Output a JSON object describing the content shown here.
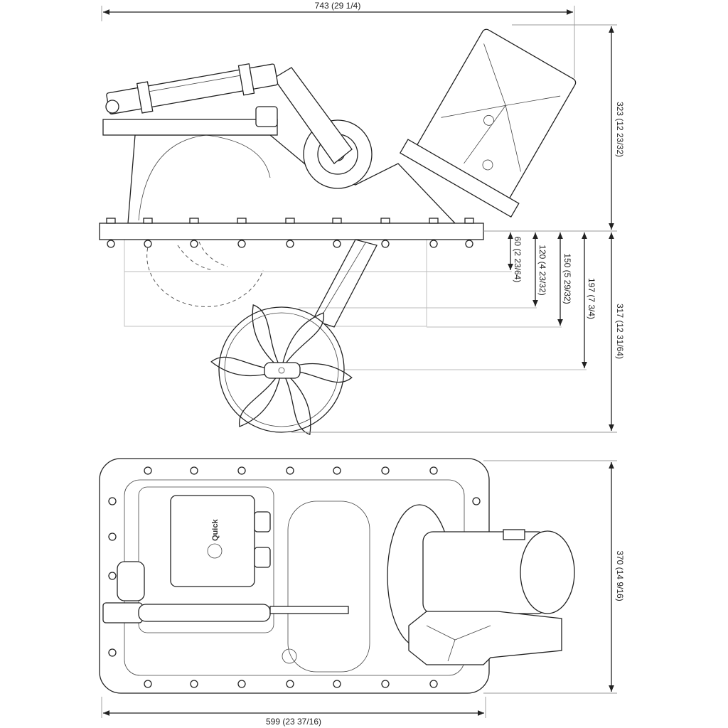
{
  "title": "Retractable bow thruster dimensional drawing",
  "dimensions": {
    "overall_length": "743 (29 1/4)",
    "height_above_flange": "323 (12 23/32)",
    "depth_below_flange": "317 (12 31/64)",
    "depth_60": "60 (2 23/64)",
    "depth_120": "120 (4 23/32)",
    "depth_150": "150 (5 29/32)",
    "depth_197": "197 (7 3/4)",
    "plate_width": "370 (14 9/16)",
    "plate_length": "599 (23 37/16)"
  },
  "brand_logo_text": "Quick"
}
